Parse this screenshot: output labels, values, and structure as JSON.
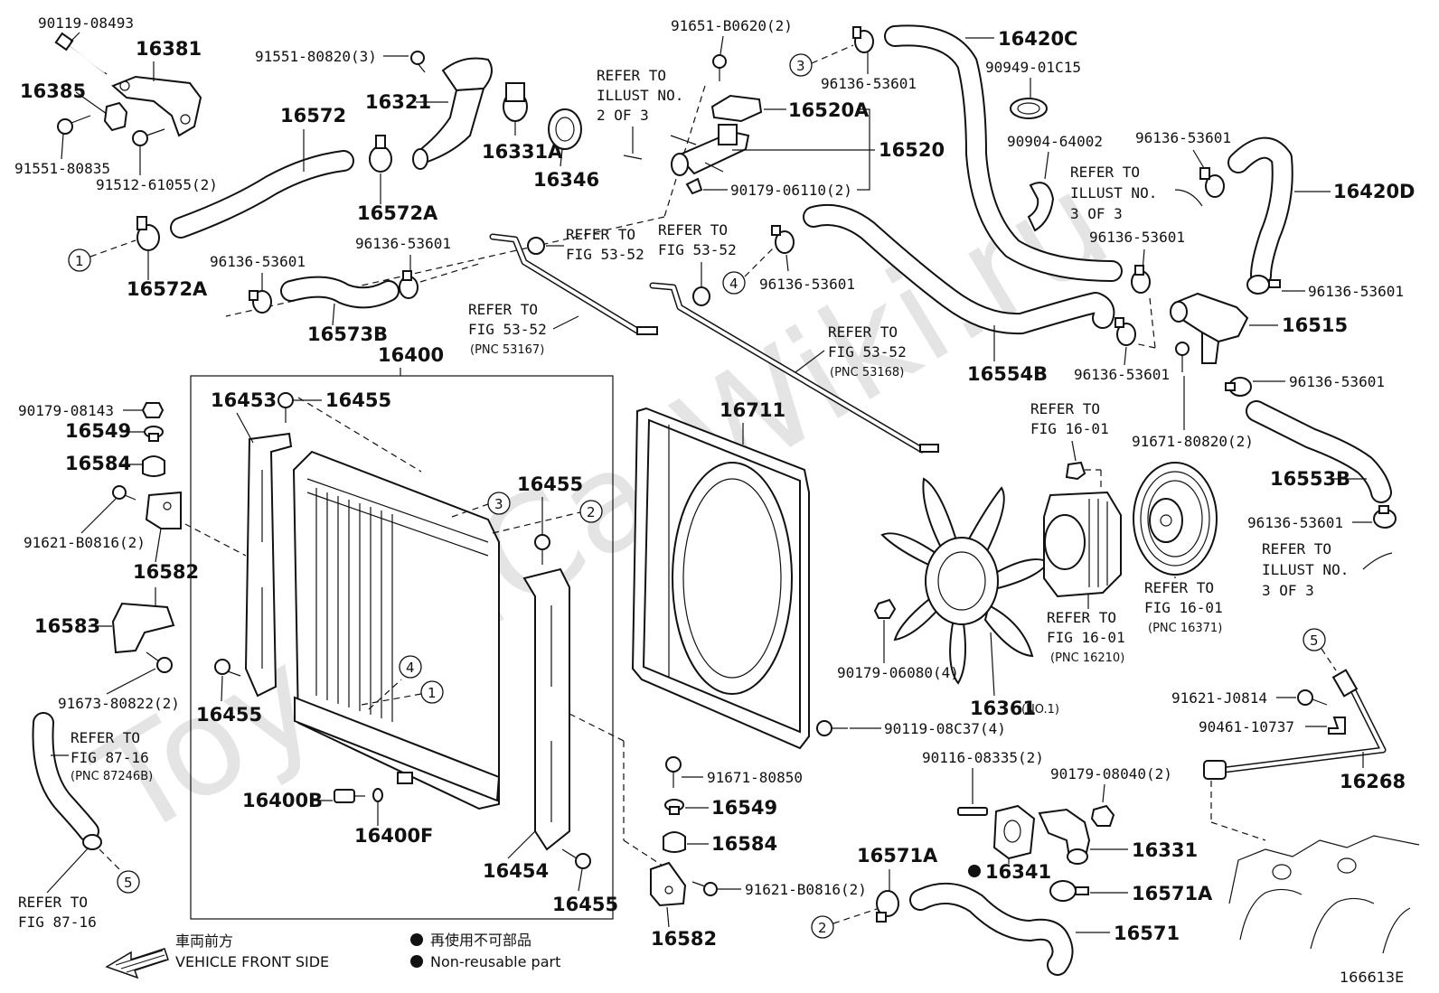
{
  "watermark": "ToyotaCarWiki.ru",
  "diagram_code": "166613E",
  "legend": {
    "front_jp": "車両前方",
    "front_en": "VEHICLE FRONT SIDE",
    "nonreusable_jp": "再使用不可部品",
    "nonreusable_en": "Non-reusable part"
  },
  "callouts": [
    "1",
    "2",
    "3",
    "4",
    "5"
  ],
  "parts": {
    "p90119_08493": "90119-08493",
    "p16381": "16381",
    "p16385": "16385",
    "p91551_80835": "91551-80835",
    "p91512_61055": "91512-61055(2)",
    "p91551_80820": "91551-80820(3)",
    "p16321": "16321",
    "p16331a": "16331A",
    "p16346": "16346",
    "p16572": "16572",
    "p16572a_top": "16572A",
    "p16572a_bot": "16572A",
    "p91651_b0620": "91651-B0620(2)",
    "p16520a": "16520A",
    "p16520": "16520",
    "p90179_06110": "90179-06110(2)",
    "p96136_53601_top": "96136-53601",
    "p16420c": "16420C",
    "p90949_01c15": "90949-01C15",
    "p90904_64002": "90904-64002",
    "p96136_53601_r1": "96136-53601",
    "p16420d": "16420D",
    "p96136_53601_a": "96136-53601",
    "p16573b": "16573B",
    "p96136_53601_b": "96136-53601",
    "p96136_53601_c": "96136-53601",
    "p16554b": "16554B",
    "p96136_53601_r2": "96136-53601",
    "p96136_53601_r3": "96136-53601",
    "p16515": "16515",
    "p96136_53601_r4": "96136-53601",
    "p96136_53601_r5": "96136-53601",
    "p91671_80820": "91671-80820(2)",
    "p16553b": "16553B",
    "p96136_53601_r6": "96136-53601",
    "p16400": "16400",
    "p16453": "16453",
    "p16455_a": "16455",
    "p16455_b": "16455",
    "p16455_c": "16455",
    "p16455_d": "16455",
    "p90179_08143": "90179-08143",
    "p16549_l": "16549",
    "p16584_l": "16584",
    "p91621_b0816_l": "91621-B0816(2)",
    "p16582_l": "16582",
    "p16583": "16583",
    "p91673_80822": "91673-80822(2)",
    "p16400b": "16400B",
    "p16400f": "16400F",
    "p16454": "16454",
    "p16711": "16711",
    "p90179_06080": "90179-06080(4)",
    "p16361": "16361",
    "p16361_note": "(NO.1)",
    "p90119_08c37": "90119-08C37(4)",
    "p91671_80850": "91671-80850",
    "p16549_r": "16549",
    "p16584_r": "16584",
    "p91621_b0816_r": "91621-B0816(2)",
    "p16582_r": "16582",
    "p90116_08335": "90116-08335(2)",
    "p90179_08040": "90179-08040(2)",
    "p16341": "16341",
    "p16331": "16331",
    "p16571a_l": "16571A",
    "p16571a_r": "16571A",
    "p16571": "16571",
    "p91621_j0814": "91621-J0814",
    "p90461_10737": "90461-10737",
    "p16268": "16268"
  },
  "refs": {
    "illust2_l1": "REFER TO",
    "illust2_l2": "ILLUST NO.",
    "illust2_l3": "2 OF 3",
    "illust3a_l1": "REFER TO",
    "illust3a_l2": "ILLUST NO.",
    "illust3a_l3": "3 OF 3",
    "illust3b_l1": "REFER TO",
    "illust3b_l2": "ILLUST NO.",
    "illust3b_l3": "3 OF 3",
    "f5352a_l1": "REFER TO",
    "f5352a_l2": "FIG 53-52",
    "f5352b_l1": "REFER TO",
    "f5352b_l2": "FIG 53-52",
    "f5352c_l1": "REFER TO",
    "f5352c_l2": "FIG 53-52",
    "f5352c_l3": "(PNC 53167)",
    "f5352d_l1": "REFER TO",
    "f5352d_l2": "FIG 53-52",
    "f5352d_l3": "(PNC 53168)",
    "f1601a_l1": "REFER TO",
    "f1601a_l2": "FIG 16-01",
    "f1601b_l1": "REFER TO",
    "f1601b_l2": "FIG 16-01",
    "f1601b_l3": "(PNC 16210)",
    "f1601c_l1": "REFER TO",
    "f1601c_l2": "FIG 16-01",
    "f1601c_l3": "(PNC 16371)",
    "f8716a_l1": "REFER TO",
    "f8716a_l2": "FIG 87-16",
    "f8716a_l3": "(PNC 87246B)",
    "f8716b_l1": "REFER TO",
    "f8716b_l2": "FIG 87-16"
  }
}
